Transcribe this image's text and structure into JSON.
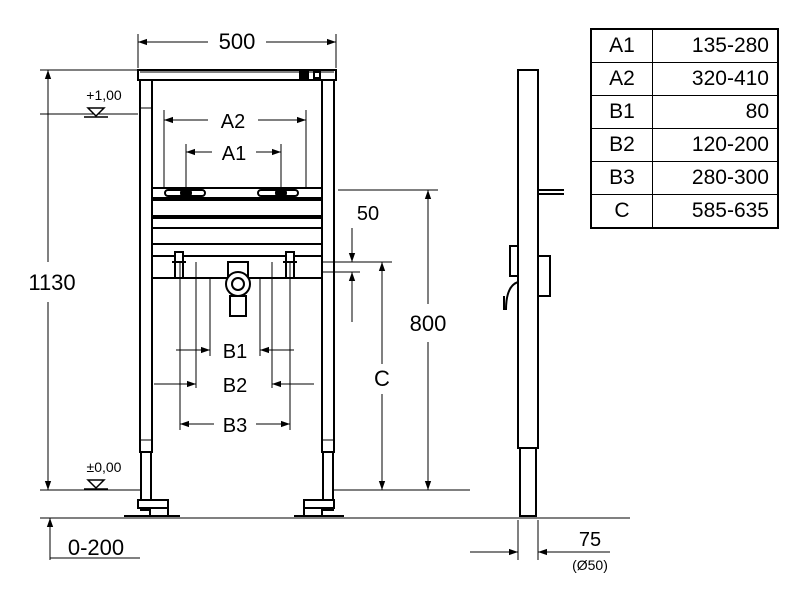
{
  "dimensions": {
    "width_top": "500",
    "height_left": "1130",
    "level_top": "+1,00",
    "level_bottom": "±0,00",
    "floor_adjust": "0-200",
    "offset_50": "50",
    "height_800": "800",
    "label_c": "C",
    "depth": "75",
    "depth_sub": "(Ø50)",
    "label_a1": "A1",
    "label_a2": "A2",
    "label_b1": "B1",
    "label_b2": "B2",
    "label_b3": "B3"
  },
  "table": {
    "rows": [
      {
        "code": "A1",
        "value": "135-280"
      },
      {
        "code": "A2",
        "value": "320-410"
      },
      {
        "code": "B1",
        "value": "80"
      },
      {
        "code": "B2",
        "value": "120-200"
      },
      {
        "code": "B3",
        "value": "280-300"
      },
      {
        "code": "C",
        "value": "585-635"
      }
    ]
  }
}
